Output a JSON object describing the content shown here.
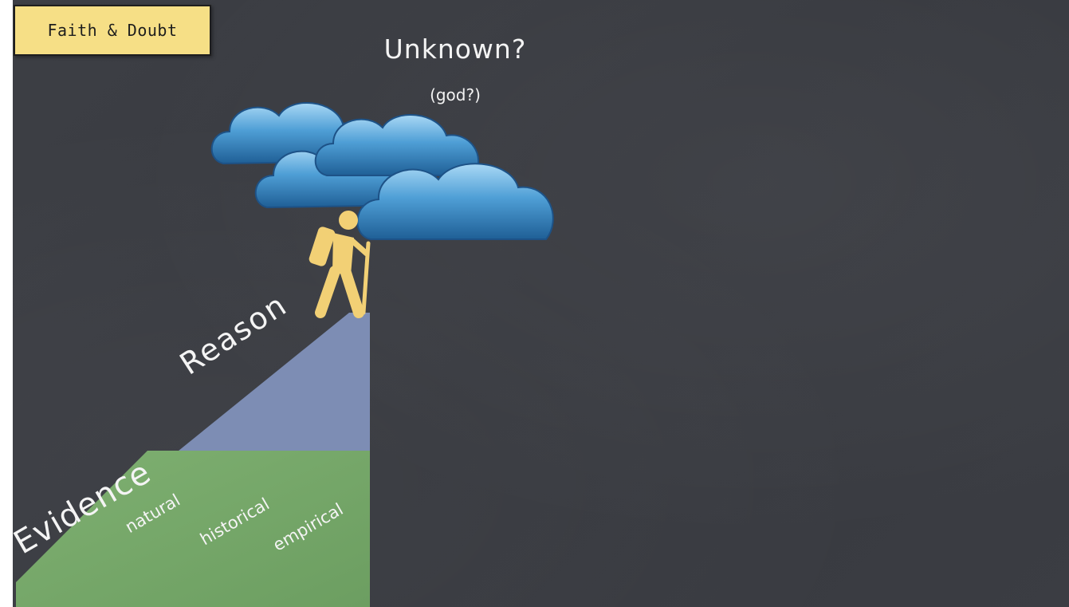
{
  "slide": {
    "tag_label": "Faith & Doubt",
    "title": "Unknown?",
    "subtitle": "(god?)",
    "reason_label": "Reason",
    "evidence_label": "Evidence",
    "evidence_types": [
      "natural",
      "historical",
      "empirical"
    ]
  },
  "colors": {
    "chalkboard": "#3a3c42",
    "tag_background": "#f6df86",
    "reason_band": "#7d8db4",
    "evidence_band": "#77a86a",
    "hiker": "#f2d075",
    "cloud": "#3f8ec6",
    "text": "#f4f4f4"
  },
  "icons": {
    "hiker": "hiker-icon",
    "clouds": "cloud-icon"
  }
}
